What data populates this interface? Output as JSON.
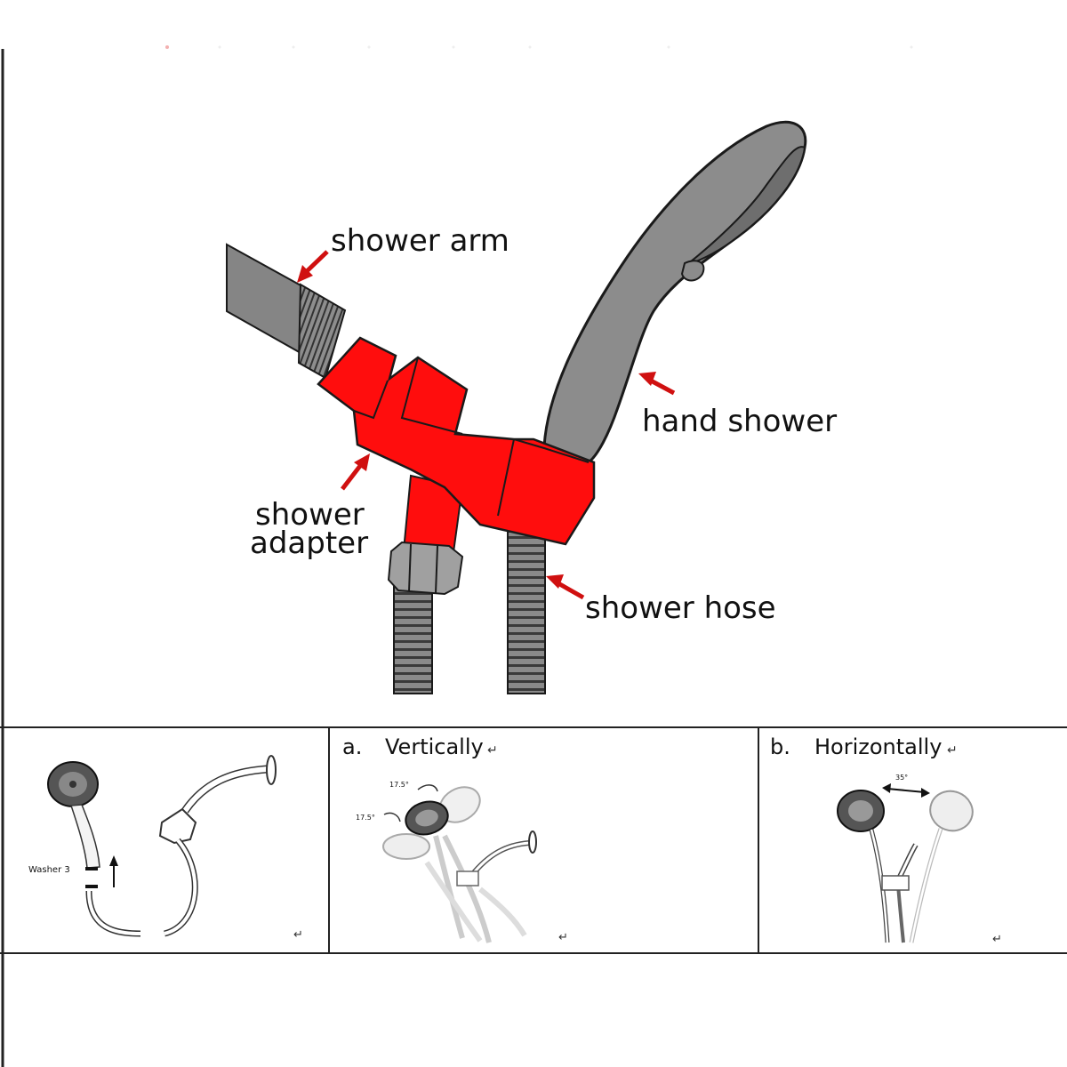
{
  "main_diagram": {
    "labels": {
      "shower_arm": "shower arm",
      "hand_shower": "hand shower",
      "shower_adapter_line1": "shower",
      "shower_adapter_line2": "adapter",
      "shower_hose": "shower hose"
    },
    "colors": {
      "adapter": "#ff0d0d",
      "arrow": "#d01010",
      "metal": "#7f7f7f",
      "outline": "#1a1a1a"
    }
  },
  "panels": [
    {
      "caption_prefix": "",
      "caption": "",
      "annotation": "Washer 3",
      "return_glyph": "↵"
    },
    {
      "caption_prefix": "a.",
      "caption": "Vertically",
      "caption_suffix": "↵",
      "angle_top": "17.5°",
      "angle_bottom": "17.5°",
      "return_glyph": "↵"
    },
    {
      "caption_prefix": "b.",
      "caption": "Horizontally",
      "caption_suffix": "↵",
      "angle": "35°",
      "return_glyph": "↵"
    }
  ]
}
